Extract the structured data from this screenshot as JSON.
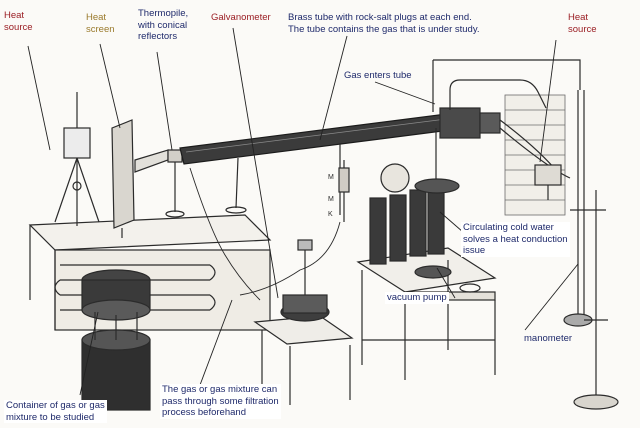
{
  "labels": {
    "heat_source_left": [
      "Heat",
      "source"
    ],
    "heat_screen": [
      "Heat",
      "screen"
    ],
    "thermopile": [
      "Thermopile,",
      "with conical",
      "reflectors"
    ],
    "galvanometer": "Galvanometer",
    "brass_tube": [
      "Brass tube with rock-salt plugs at each end.",
      "The tube contains the gas that is under study."
    ],
    "heat_source_right": [
      "Heat",
      "source"
    ],
    "gas_enters": "Gas enters tube",
    "circulating": [
      "Circulating cold water",
      "solves a heat conduction",
      "issue"
    ],
    "vacuum_pump": "vacuum pump",
    "manometer": "manometer",
    "container": [
      "Container of gas or gas",
      "mixture to be studied"
    ],
    "filtration": [
      "The gas or gas mixture can",
      "pass through some filtration",
      "process beforehand"
    ]
  },
  "stamps": [
    "M",
    "M",
    "K"
  ],
  "colors": {
    "label_red": "#9b1e24",
    "label_olive": "#9a7a2c",
    "label_navy": "#1f2a6b",
    "ink": "#2b2b2b"
  }
}
